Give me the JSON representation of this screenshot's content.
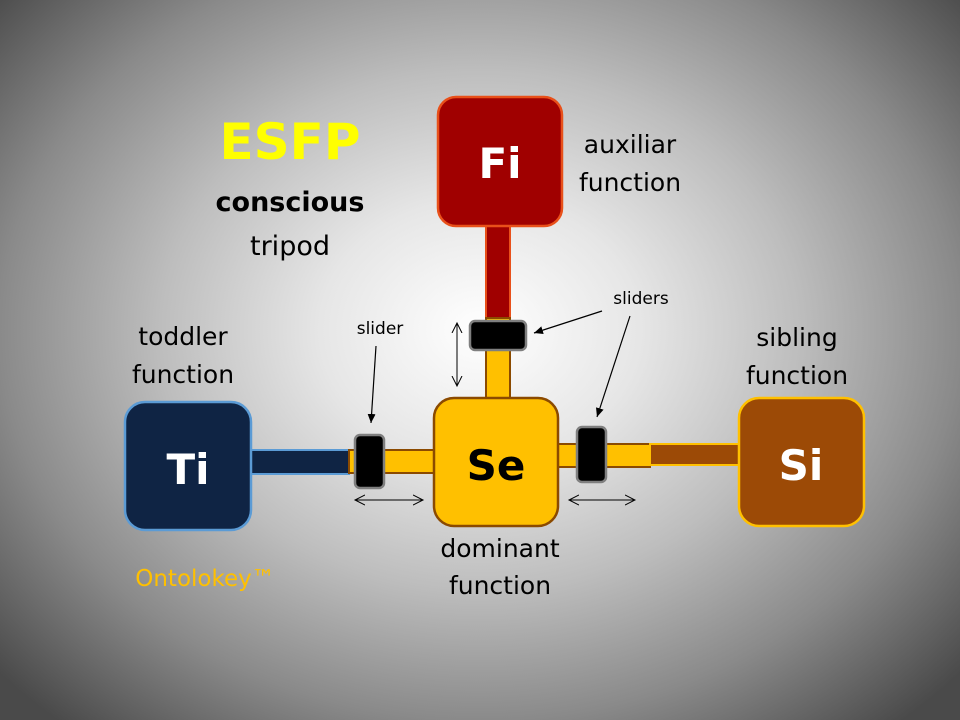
{
  "title": "ESFP",
  "subtitle_line1": "conscious",
  "subtitle_line2": "tripod",
  "functions": {
    "dominant": {
      "code": "Se",
      "label_line1": "dominant",
      "label_line2": "function"
    },
    "auxiliar": {
      "code": "Fi",
      "label_line1": "auxiliar",
      "label_line2": "function"
    },
    "toddler": {
      "code": "Ti",
      "label_line1": "toddler",
      "label_line2": "function"
    },
    "sibling": {
      "code": "Si",
      "label_line1": "sibling",
      "label_line2": "function"
    }
  },
  "annotations": {
    "slider": "slider",
    "sliders": "sliders"
  },
  "brand": "Ontolokey™",
  "colors": {
    "title": "#ffff00",
    "brand": "#ffc000",
    "se": "#ffc000",
    "fi": "#a00000",
    "ti": "#0f2444",
    "si": "#9c4a06"
  }
}
